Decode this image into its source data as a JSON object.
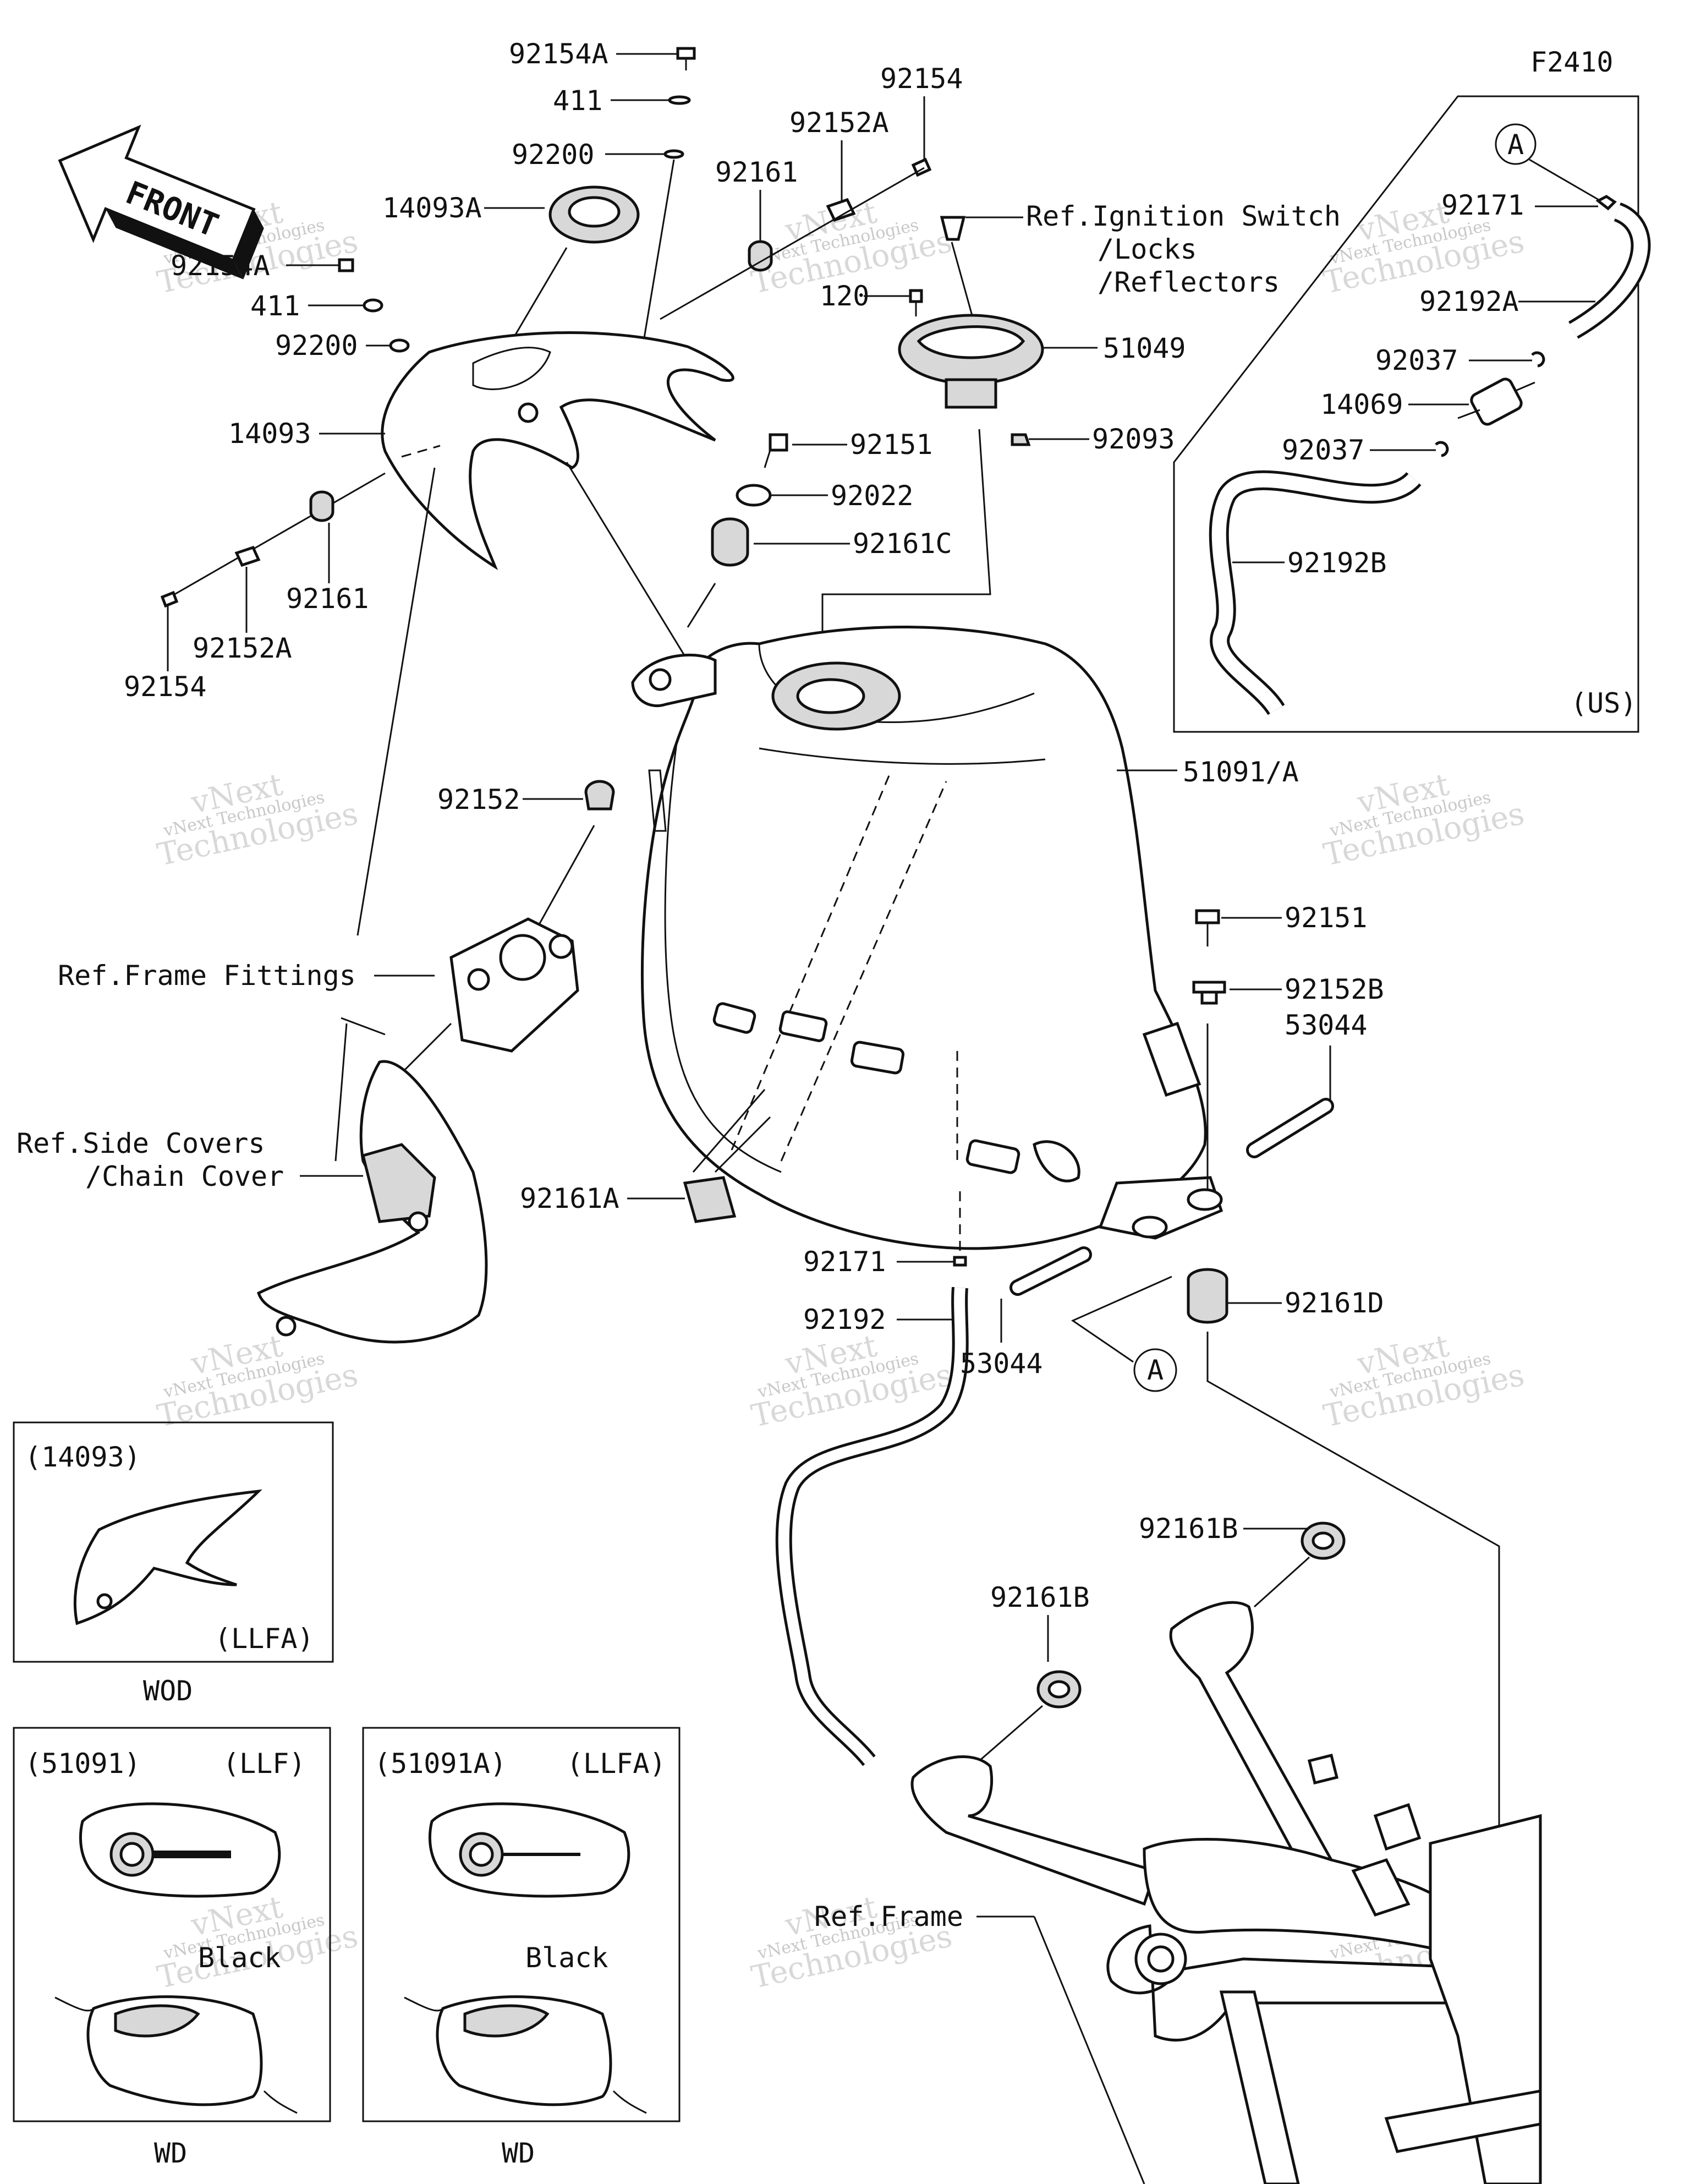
{
  "figure_code": "F2410",
  "front_arrow": "FRONT",
  "labels": {
    "l_92154A": "92154A",
    "l_411_top": "411",
    "l_92200_top": "92200",
    "l_14093A": "14093A",
    "l_92154A_b": "92154A",
    "l_411_b": "411",
    "l_92200_b": "92200",
    "l_14093": "14093",
    "l_92161_l": "92161",
    "l_92152A_l": "92152A",
    "l_92154_l": "92154",
    "l_92154_top": "92154",
    "l_92152A_top": "92152A",
    "l_92161_top": "92161",
    "l_ignition_1": "Ref.Ignition Switch",
    "l_ignition_2": "/Locks",
    "l_ignition_3": "/Reflectors",
    "l_120": "120",
    "l_51049": "51049",
    "l_92093": "92093",
    "l_92151_a": "92151",
    "l_92022": "92022",
    "l_92161C": "92161C",
    "l_51091A": "51091/A",
    "l_92152": "92152",
    "l_frame_fittings": "Ref.Frame Fittings",
    "l_side_covers_1": "Ref.Side Covers",
    "l_side_covers_2": "/Chain Cover",
    "l_92161A": "92161A",
    "l_92151_b": "92151",
    "l_92152B": "92152B",
    "l_53044_r": "53044",
    "l_92171_c": "92171",
    "l_92192_c": "92192",
    "l_53044_c": "53044",
    "l_A_c": "A",
    "l_92161D": "92161D",
    "l_92161B_r": "92161B",
    "l_92161B_c": "92161B",
    "l_ref_frame": "Ref.Frame",
    "us_A": "A",
    "us_92171": "92171",
    "us_92192A": "92192A",
    "us_92037_a": "92037",
    "us_14069": "14069",
    "us_92037_b": "92037",
    "us_92192B": "92192B",
    "us_tag": "(US)"
  },
  "insets": {
    "inset1": {
      "code": "(14093)",
      "variant": "(LLFA)",
      "caption": "WOD"
    },
    "inset2": {
      "code": "(51091)",
      "variant": "(LLF)",
      "color": "Black",
      "caption": "WD"
    },
    "inset3": {
      "code": "(51091A)",
      "variant": "(LLFA)",
      "color": "Black",
      "caption": "WD"
    }
  },
  "watermark": {
    "line1": "vNext Technologies",
    "line2": "Technologies",
    "line3": "vNext"
  }
}
